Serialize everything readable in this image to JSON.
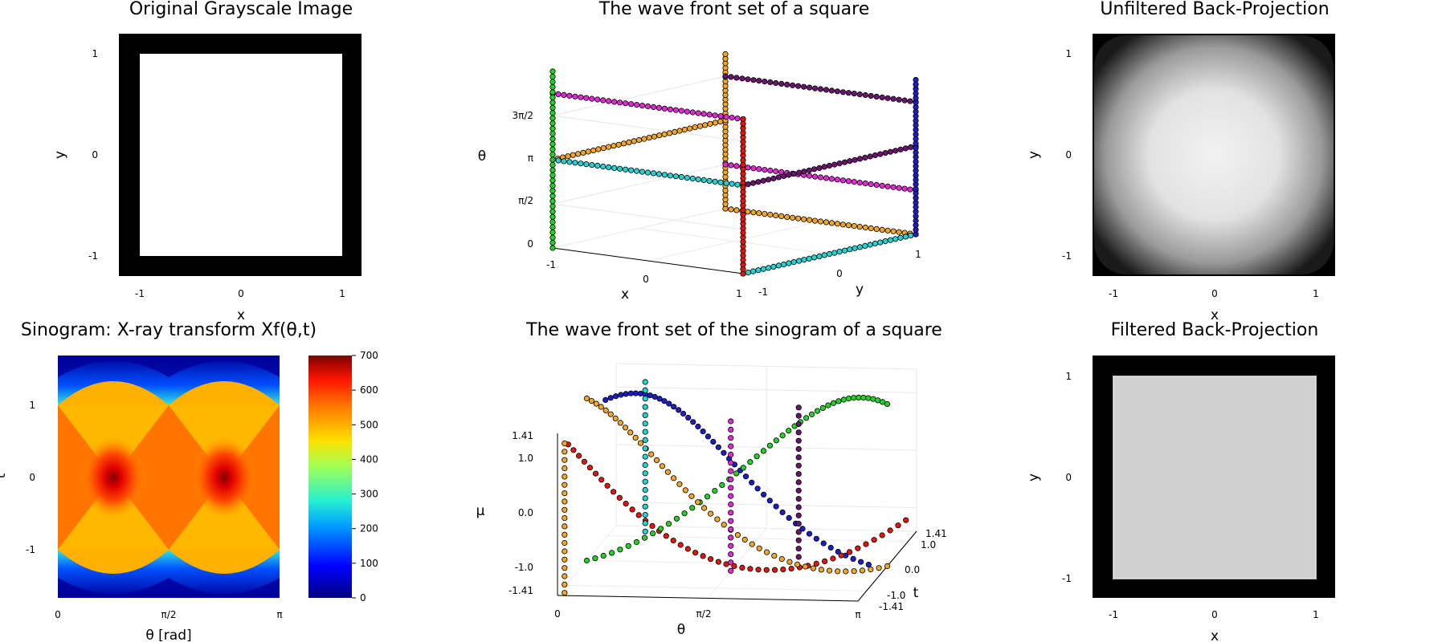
{
  "panels": {
    "p1": {
      "title": "Original Grayscale Image",
      "xlabel": "x",
      "ylabel": "y",
      "xticks": [
        "-1",
        "0",
        "1"
      ],
      "yticks": [
        "1",
        "0",
        "-1"
      ]
    },
    "p2": {
      "title": "The wave front set of a square",
      "xlabel": "x",
      "ylabel": "y",
      "zlabel": "θ",
      "xticks": [
        "-1",
        "0",
        "1"
      ],
      "yticks": [
        "-1",
        "0",
        "1"
      ],
      "zticks": [
        "0",
        "π/2",
        "π",
        "3π/2"
      ]
    },
    "p3": {
      "title": "Unfiltered Back-Projection",
      "xlabel": "x",
      "ylabel": "y",
      "xticks": [
        "-1",
        "0",
        "1"
      ],
      "yticks": [
        "1",
        "0",
        "-1"
      ]
    },
    "p4": {
      "title": "Sinogram: X-ray transform Xf(θ,t)",
      "xlabel": "θ [rad]",
      "ylabel": "t",
      "xticks": [
        "0",
        "π/2",
        "π"
      ],
      "yticks": [
        "1",
        "0",
        "-1"
      ],
      "cbticks": [
        "700",
        "600",
        "500",
        "400",
        "300",
        "200",
        "100",
        "0"
      ]
    },
    "p5": {
      "title": "The wave front set of the sinogram of a square",
      "xlabel": "θ",
      "ylabel": "t",
      "zlabel": "μ",
      "xticks": [
        "0",
        "π/2",
        "π"
      ],
      "yticks": [
        "1.41",
        "1.0",
        "0.0",
        "-1.0",
        "-1.41"
      ],
      "zticks": [
        "1.41",
        "1.0",
        "0.0",
        "-1.0",
        "-1.41"
      ]
    },
    "p6": {
      "title": "Filtered Back-Projection",
      "xlabel": "x",
      "ylabel": "y",
      "xticks": [
        "-1",
        "0",
        "1"
      ],
      "yticks": [
        "1",
        "0",
        "-1"
      ]
    }
  },
  "colors": {
    "orange": "#f5a623",
    "green": "#22d322",
    "red": "#e8140c",
    "blue": "#1d1dc8",
    "cyan": "#22d4d4",
    "magenta": "#e628d8",
    "purple": "#6a1470"
  },
  "chart_data": [
    {
      "type": "heatmap",
      "title": "Original Grayscale Image",
      "xlabel": "x",
      "ylabel": "y",
      "xlim": [
        -1.2,
        1.2
      ],
      "ylim": [
        -1.2,
        1.2
      ],
      "square_halfwidth": 1.0,
      "description_values": {
        "inside": 1,
        "outside": 0
      }
    },
    {
      "type": "scatter",
      "title": "The wave front set of a square",
      "xlabel": "x",
      "ylabel": "y",
      "zlabel": "θ",
      "xlim": [
        -1,
        1
      ],
      "ylim": [
        -1,
        1
      ],
      "zlim": [
        0,
        6.2832
      ],
      "series": [
        {
          "color": "orange",
          "segments": [
            {
              "from": [
                -1,
                1,
                0
              ],
              "to": [
                1,
                1,
                0
              ]
            },
            {
              "from": [
                -1,
                1,
                0
              ],
              "to": [
                -1,
                1,
                5.4978
              ]
            },
            {
              "from": [
                -1,
                -1,
                3.1416
              ],
              "to": [
                -1,
                1,
                3.1416
              ]
            }
          ]
        },
        {
          "color": "cyan",
          "segments": [
            {
              "from": [
                -1,
                -1,
                3.1416
              ],
              "to": [
                1,
                -1,
                3.1416
              ]
            },
            {
              "from": [
                1,
                -1,
                0
              ],
              "to": [
                1,
                1,
                0
              ]
            }
          ]
        },
        {
          "color": "magenta",
          "segments": [
            {
              "from": [
                -1,
                1,
                1.5708
              ],
              "to": [
                1,
                1,
                1.5708
              ]
            },
            {
              "from": [
                -1,
                -1,
                5.4978
              ],
              "to": [
                1,
                -1,
                5.4978
              ]
            }
          ]
        },
        {
          "color": "purple",
          "segments": [
            {
              "from": [
                -1,
                1,
                4.7124
              ],
              "to": [
                1,
                1,
                4.7124
              ]
            },
            {
              "from": [
                1,
                -1,
                3.1416
              ],
              "to": [
                1,
                1,
                3.1416
              ]
            }
          ]
        },
        {
          "color": "green",
          "segments": [
            {
              "from": [
                -1,
                -1,
                0
              ],
              "to": [
                -1,
                -1,
                6.2832
              ]
            }
          ]
        },
        {
          "color": "blue",
          "segments": [
            {
              "from": [
                1,
                1,
                0
              ],
              "to": [
                1,
                1,
                5.4978
              ]
            }
          ]
        },
        {
          "color": "red",
          "segments": [
            {
              "from": [
                1,
                -1,
                0
              ],
              "to": [
                1,
                -1,
                5.4978
              ]
            }
          ]
        }
      ]
    },
    {
      "type": "heatmap",
      "title": "Unfiltered Back-Projection",
      "xlabel": "x",
      "ylabel": "y",
      "xlim": [
        -1.2,
        1.2
      ],
      "ylim": [
        -1.2,
        1.2
      ],
      "description_values": {
        "center": 1,
        "edges": 0
      }
    },
    {
      "type": "heatmap",
      "title": "Sinogram: X-ray transform Xf(θ,t)",
      "xlabel": "θ [rad]",
      "ylabel": "t",
      "xlim": [
        0,
        3.1416
      ],
      "ylim": [
        -1.7,
        1.7
      ],
      "colorbar": {
        "min": 0,
        "max": 700,
        "ticks": [
          0,
          100,
          200,
          300,
          400,
          500,
          600,
          700
        ]
      },
      "peaks_at_theta": [
        0.7854,
        2.3562
      ],
      "support_edges_t": [
        1.0,
        1.41
      ]
    },
    {
      "type": "scatter",
      "title": "The wave front set of the sinogram of a square",
      "xlabel": "θ",
      "ylabel": "t",
      "zlabel": "μ",
      "xlim": [
        0,
        3.1416
      ],
      "ylim": [
        -1.41,
        1.41
      ],
      "zlim": [
        -1.41,
        1.41
      ],
      "series": [
        {
          "color": "blue",
          "curve": "sin(θ+π/4)·1.41"
        },
        {
          "color": "red",
          "curve": "-sin(θ-π/4)·1.41"
        },
        {
          "color": "green",
          "curve": "-cos(θ)·1.41"
        },
        {
          "color": "orange",
          "curve": "cos(θ)·1.41"
        },
        {
          "color": "cyan",
          "vertical_at_theta": 0.4
        },
        {
          "color": "magenta",
          "vertical_at_theta": 1.5708
        },
        {
          "color": "purple",
          "vertical_at_theta": 2.2
        }
      ]
    },
    {
      "type": "heatmap",
      "title": "Filtered Back-Projection",
      "xlabel": "x",
      "ylabel": "y",
      "xlim": [
        -1.2,
        1.2
      ],
      "ylim": [
        -1.2,
        1.2
      ],
      "square_halfwidth": 1.0,
      "description_values": {
        "inside": 0.8,
        "outside": 0
      }
    }
  ]
}
